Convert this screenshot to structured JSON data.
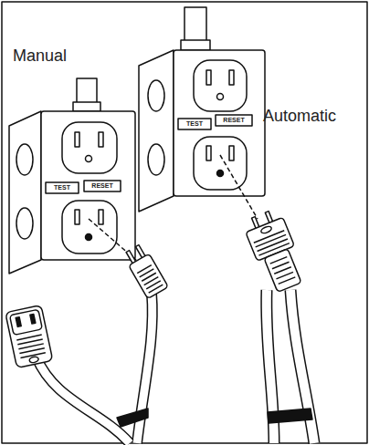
{
  "diagram": {
    "labels": [
      "Manual",
      "Automatic",
      "TEST",
      "RESET",
      "TEST",
      "RESET"
    ]
  }
}
